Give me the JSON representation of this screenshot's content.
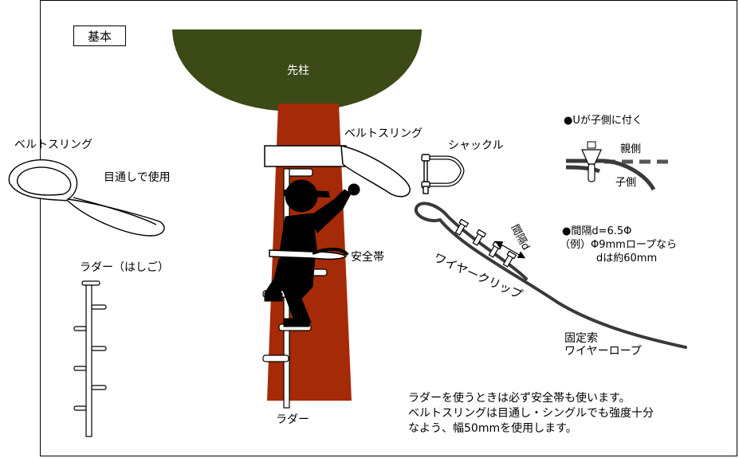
{
  "diagram": {
    "tag": "基本",
    "pole": "先柱",
    "belt_sling_left": "ベルトスリング",
    "eye_use": "目通しで使用",
    "ladder_hashigo": "ラダー（はしご）",
    "belt_sling_center": "ベルトスリング",
    "shackle": "シャックル",
    "safety_belt": "安全帯",
    "ladder_bottom": "ラダー",
    "u_note": "●Uが子側に付く",
    "parent_side": "親側",
    "child_side": "子側",
    "interval_line1": "●間隔d=6.5Φ",
    "interval_line2": "（例）Φ9mmロープなら",
    "interval_line3": "dは約60mm",
    "interval_arrow": "間隔d",
    "wire_clip": "ワイヤークリップ",
    "fixing_line1": "固定索",
    "fixing_line2": "ワイヤーロープ",
    "note_line1": "ラダーを使うときは必ず安全帯も使います。",
    "note_line2": "ベルトスリングは目通し・シングルでも強度十分",
    "note_line3": "なよう、幅50mmを使用します。"
  },
  "colors": {
    "crown": "#3b4a16",
    "trunk": "#a52a08",
    "ink": "#000000",
    "dash_rope": "#555555",
    "rope": "#3a3a3a"
  }
}
